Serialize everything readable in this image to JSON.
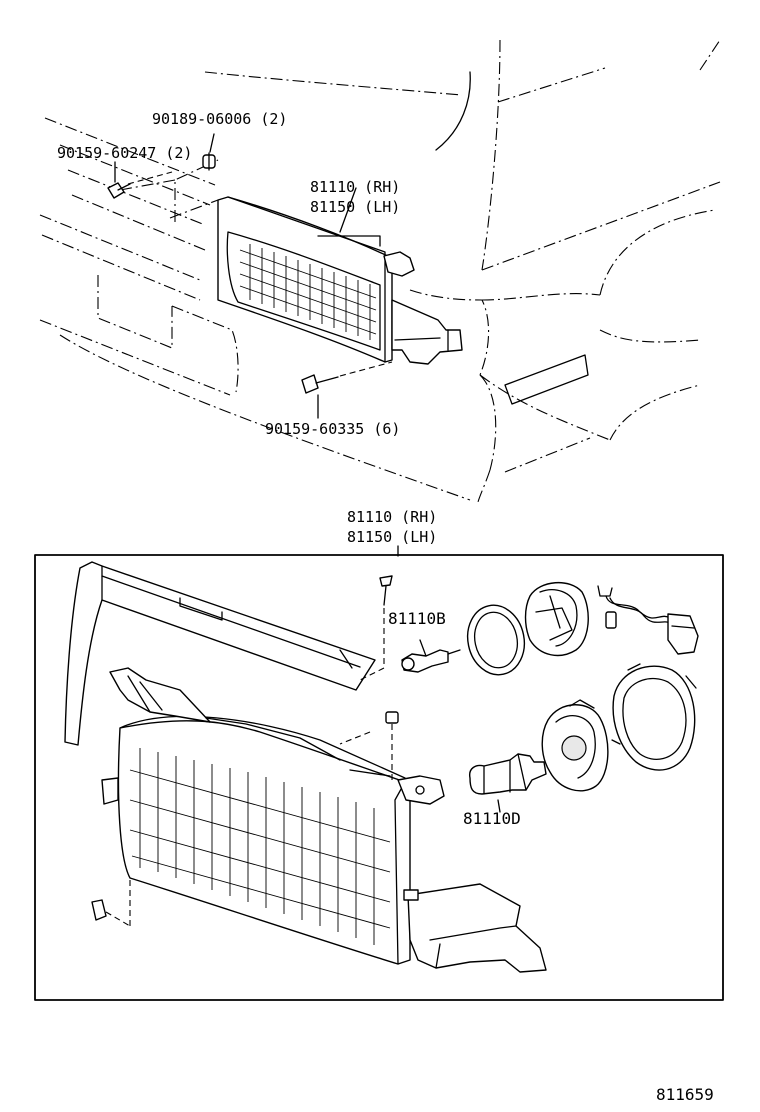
{
  "diagram": {
    "top_labels": {
      "nut_upper": "90189-06006 (2)",
      "screw_upper": "90159-60247 (2)",
      "headlamp_rh_top": "81110 (RH)",
      "headlamp_lh_top": "81150 (LH)",
      "bolt_lower": "90159-60335 (6)"
    },
    "assembly_labels": {
      "assembly_rh": "81110 (RH)",
      "assembly_lh": "81150 (LH)",
      "bulb_small": "81110B",
      "bulb_main": "81110D"
    },
    "figure_number": "811659"
  }
}
